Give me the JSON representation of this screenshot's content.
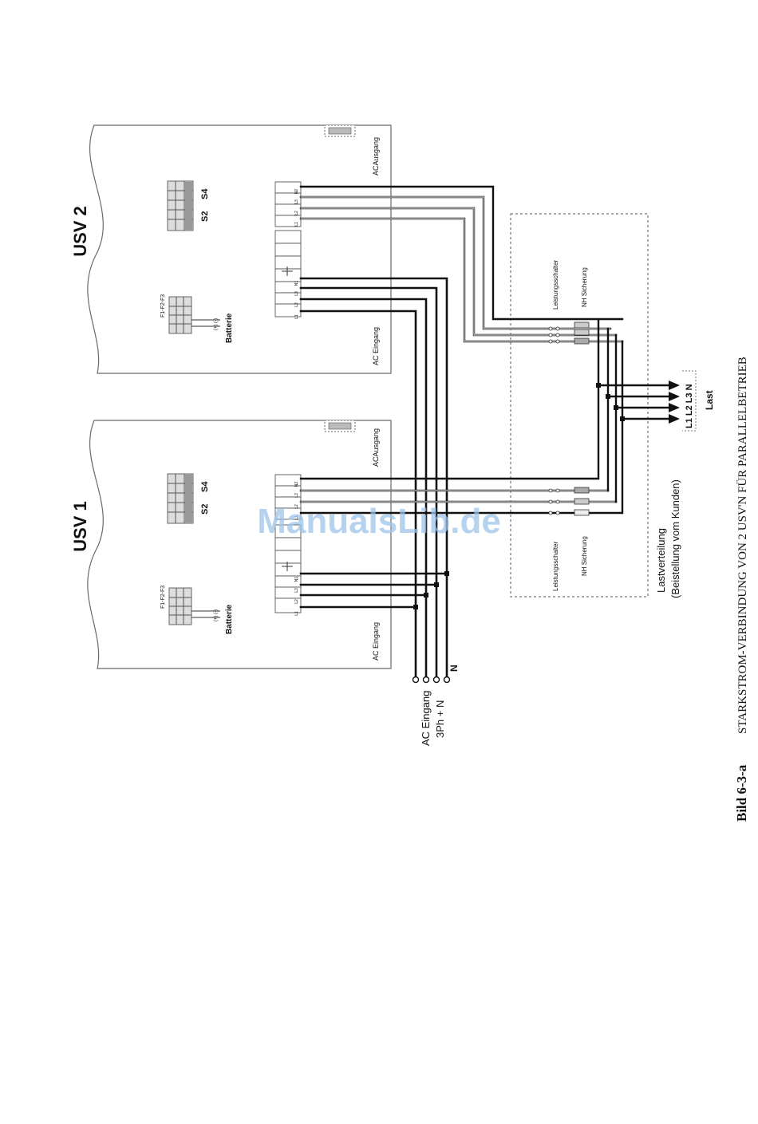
{
  "units": {
    "usv2": {
      "title": "USV 2",
      "switch_s2": "S2",
      "switch_s4": "S4",
      "fuse_label": "F1-F2-F3",
      "battery_pol": "(+) (-)",
      "battery": "Batterie",
      "ac_in": "AC Eingang",
      "ac_out": "ACAusgang",
      "in_terms": [
        "L1",
        "L2",
        "L3",
        "N1"
      ],
      "out_terms": [
        "L1",
        "L2",
        "L3",
        "N2"
      ]
    },
    "usv1": {
      "title": "USV 1",
      "switch_s2": "S2",
      "switch_s4": "S4",
      "fuse_label": "F1-F2-F3",
      "battery_pol": "(+) (-)",
      "battery": "Batterie",
      "ac_in": "AC Eingang",
      "ac_out": "ACAusgang",
      "in_terms": [
        "L1",
        "L2",
        "L3",
        "N1"
      ],
      "out_terms": [
        "L1",
        "L2",
        "L3",
        "N2"
      ]
    }
  },
  "supply": {
    "n_label": "N",
    "title": "AC Eingang",
    "sub": "3Ph + N"
  },
  "distribution": {
    "breaker_top": "Leistungsschalter",
    "fuse_top": "NH Sicherung",
    "breaker_bottom": "Leistungsschalter",
    "fuse_bottom": "NH Sicherung",
    "title": "Lastverteilung",
    "subtitle": "(Beistellung vom Kunden)"
  },
  "load": {
    "phases": "L1 L2 L3 N",
    "title": "Last"
  },
  "caption": {
    "number": "Bild 6-3-a",
    "text": "STARKSTROM-VERBINDUNG VON 2 USV'N FÜR PARALLELBETRIEB"
  },
  "watermark": "ManualsLib.de",
  "colors": {
    "wire": "#111111",
    "frame": "#6a6a6a",
    "watermark": "#9dc3ea"
  }
}
